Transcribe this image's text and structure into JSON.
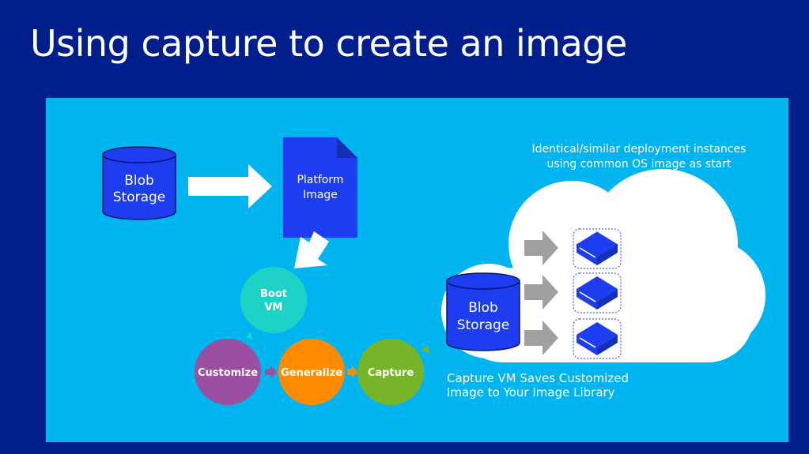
{
  "slide": {
    "title": "Using capture to create an image"
  },
  "diagram": {
    "blob_storage_left": {
      "line1": "Blob",
      "line2": "Storage"
    },
    "platform_image": {
      "line1": "Platform",
      "line2": "Image"
    },
    "cycle": {
      "boot": {
        "line1": "Boot",
        "line2": "VM"
      },
      "customize": "Customize",
      "generalize": "Generalize",
      "capture": "Capture"
    },
    "cloud": {
      "caption_line1": "Identical/similar deployment instances",
      "caption_line2": "using common OS image as start",
      "blob_storage": {
        "line1": "Blob",
        "line2": "Storage"
      },
      "server_icon": "server-icon"
    },
    "capture_caption_line1": "Capture VM Saves Customized",
    "capture_caption_line2": "Image to Your Image Library",
    "colors": {
      "background": "#001e8c",
      "panel": "#00b4f0",
      "storage_blue": "#1e3cf0",
      "boot_teal": "#1ed2c8",
      "customize_purple": "#9b4fa0",
      "generalize_orange": "#ff8c00",
      "capture_green": "#78b428",
      "arrow_gray": "#a0a0a0"
    }
  }
}
